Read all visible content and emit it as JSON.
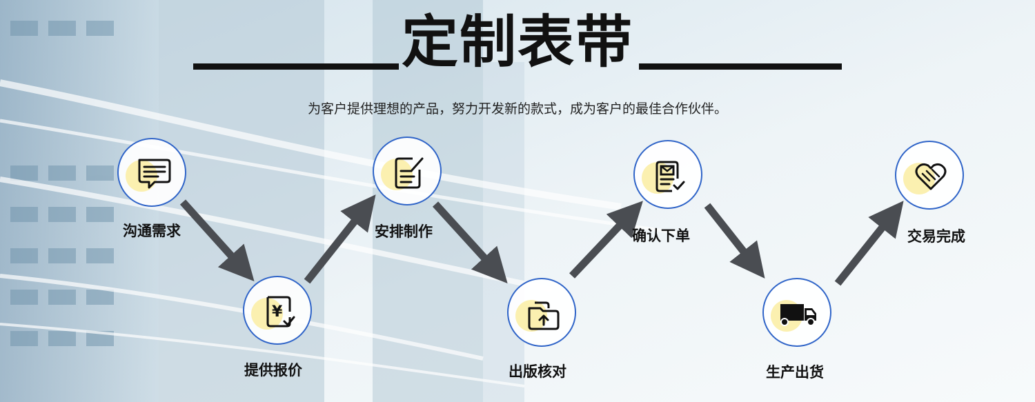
{
  "heading": {
    "title": "定制表带",
    "subtitle": "为客户提供理想的产品，努力开发新的款式，成为客户的最佳合作伙伴。"
  },
  "steps": [
    {
      "label": "沟通需求",
      "icon": "chat-bubble-icon"
    },
    {
      "label": "提供报价",
      "icon": "price-document-icon"
    },
    {
      "label": "安排制作",
      "icon": "edit-document-icon"
    },
    {
      "label": "出版核对",
      "icon": "folder-upload-icon"
    },
    {
      "label": "确认下单",
      "icon": "order-confirm-icon"
    },
    {
      "label": "生产出货",
      "icon": "delivery-truck-icon"
    },
    {
      "label": "交易完成",
      "icon": "handshake-icon"
    }
  ],
  "colors": {
    "circle_border": "#2f64c8",
    "highlight": "#fbf0b0",
    "arrow": "#4a4d52",
    "text": "#111111"
  }
}
